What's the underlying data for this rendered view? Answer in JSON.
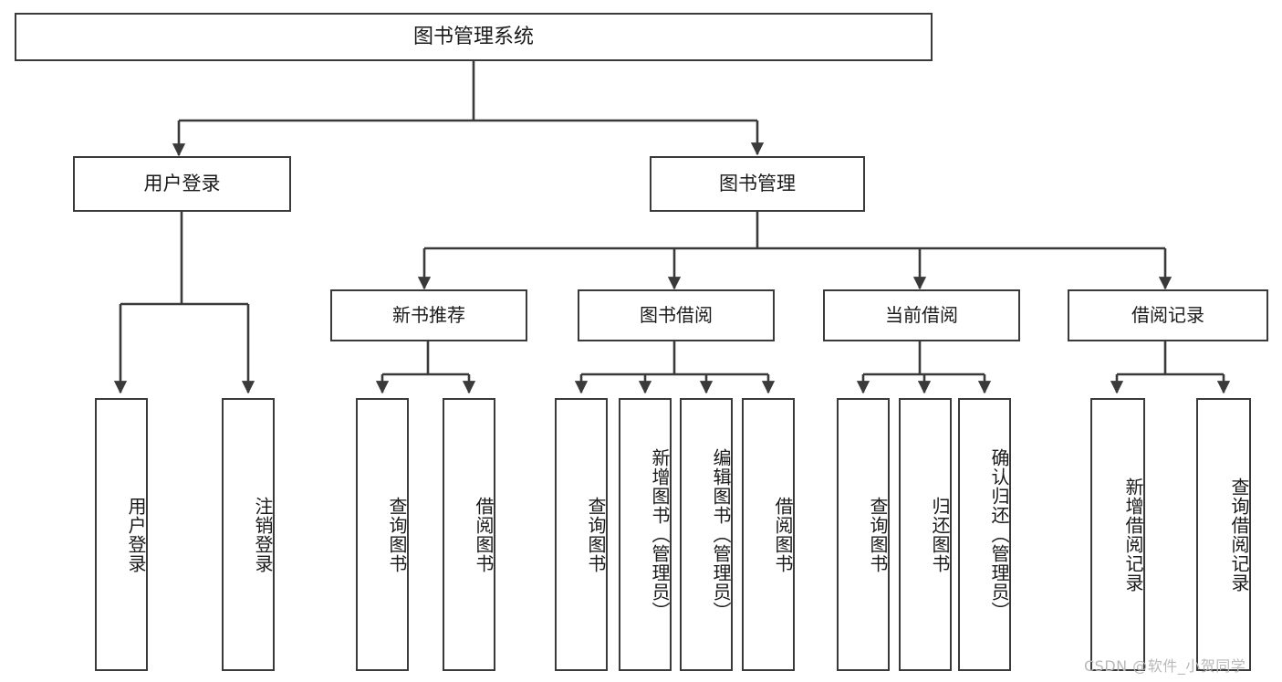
{
  "diagram": {
    "title": "图书管理系统",
    "root": {
      "label": "图书管理系统"
    },
    "level2": [
      {
        "label": "用户登录"
      },
      {
        "label": "图书管理"
      }
    ],
    "level3": [
      {
        "label": "新书推荐"
      },
      {
        "label": "图书借阅"
      },
      {
        "label": "当前借阅"
      },
      {
        "label": "借阅记录"
      }
    ],
    "leaves": {
      "user_login": [
        {
          "label": "用户登录"
        },
        {
          "label": "注销登录"
        }
      ],
      "new_book_recommend": [
        {
          "label": "查询图书"
        },
        {
          "label": "借阅图书"
        }
      ],
      "book_borrow": [
        {
          "label": "查询图书"
        },
        {
          "label": "新增图书（管理员）"
        },
        {
          "label": "编辑图书（管理员）"
        },
        {
          "label": "借阅图书"
        }
      ],
      "current_borrow": [
        {
          "label": "查询图书"
        },
        {
          "label": "归还图书"
        },
        {
          "label": "确认归还（管理员）"
        }
      ],
      "borrow_records": [
        {
          "label": "新增借阅记录"
        },
        {
          "label": "查询借阅记录"
        }
      ]
    }
  },
  "watermark": {
    "text": "CSDN @软件_小贺同学"
  },
  "colors": {
    "stroke": "#3a3a3a",
    "fill": "#ffffff",
    "text": "#1a1a1a",
    "watermark": "#b9b9b9"
  }
}
